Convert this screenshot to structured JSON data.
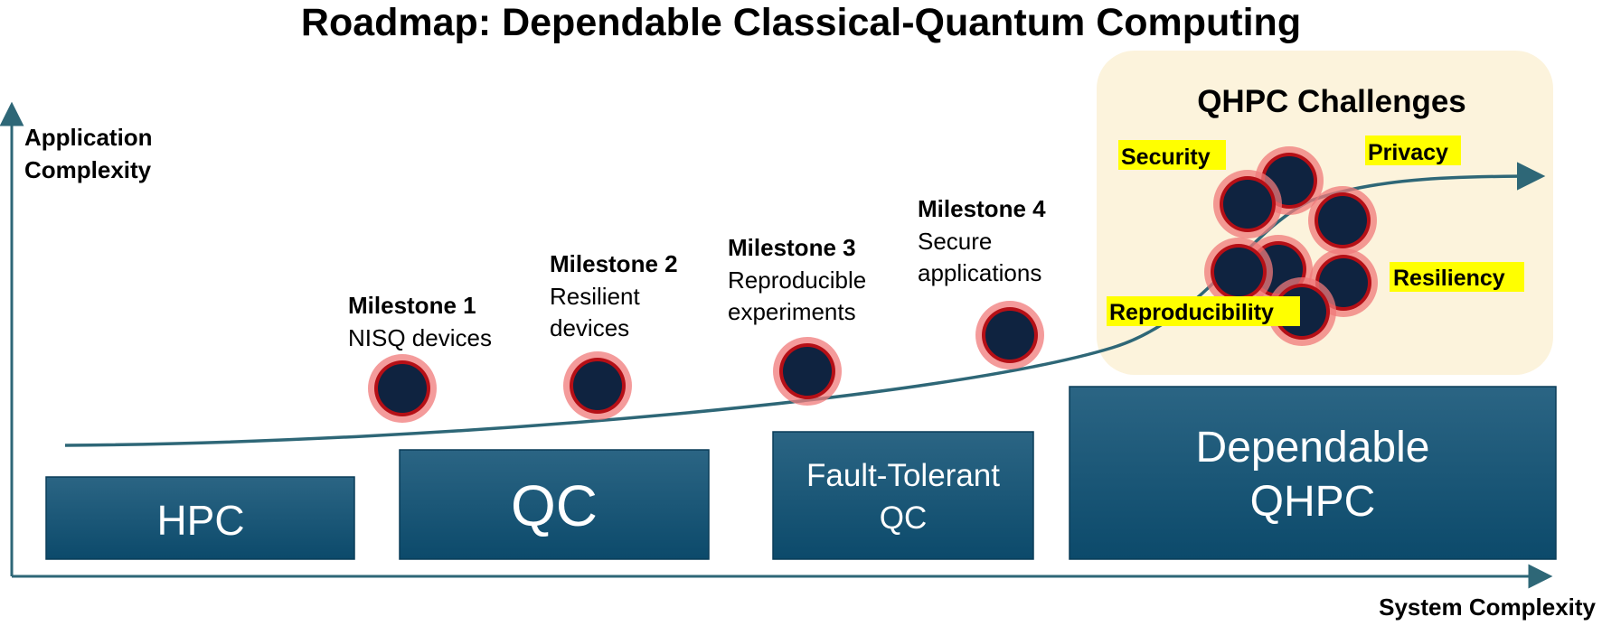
{
  "title": "Roadmap: Dependable Classical-Quantum Computing",
  "axes": {
    "y_label_line1": "Application",
    "y_label_line2": "Complexity",
    "x_label": "System Complexity"
  },
  "stages": {
    "hpc": "HPC",
    "qc": "QC",
    "ftqc_line1": "Fault-Tolerant",
    "ftqc_line2": "QC",
    "dqhpc_line1": "Dependable",
    "dqhpc_line2": "QHPC"
  },
  "milestones": [
    {
      "title": "Milestone 1",
      "line1": "NISQ devices",
      "line2": ""
    },
    {
      "title": "Milestone 2",
      "line1": "Resilient",
      "line2": "devices"
    },
    {
      "title": "Milestone 3",
      "line1": "Reproducible",
      "line2": "experiments"
    },
    {
      "title": "Milestone 4",
      "line1": "Secure",
      "line2": "applications"
    }
  ],
  "challenges": {
    "title": "QHPC Challenges",
    "security": "Security",
    "privacy": "Privacy",
    "resiliency": "Resiliency",
    "reproducibility": "Reproducibility"
  },
  "colors": {
    "box_top": "#2b6584",
    "box_bottom": "#0c4a6b",
    "curve": "#2e6777",
    "panel": "#fcf3dc",
    "highlight": "#ffff00",
    "dot_fill": "#0f2340",
    "dot_ring": "#b50f16",
    "dot_halo": "#f07a7a"
  }
}
